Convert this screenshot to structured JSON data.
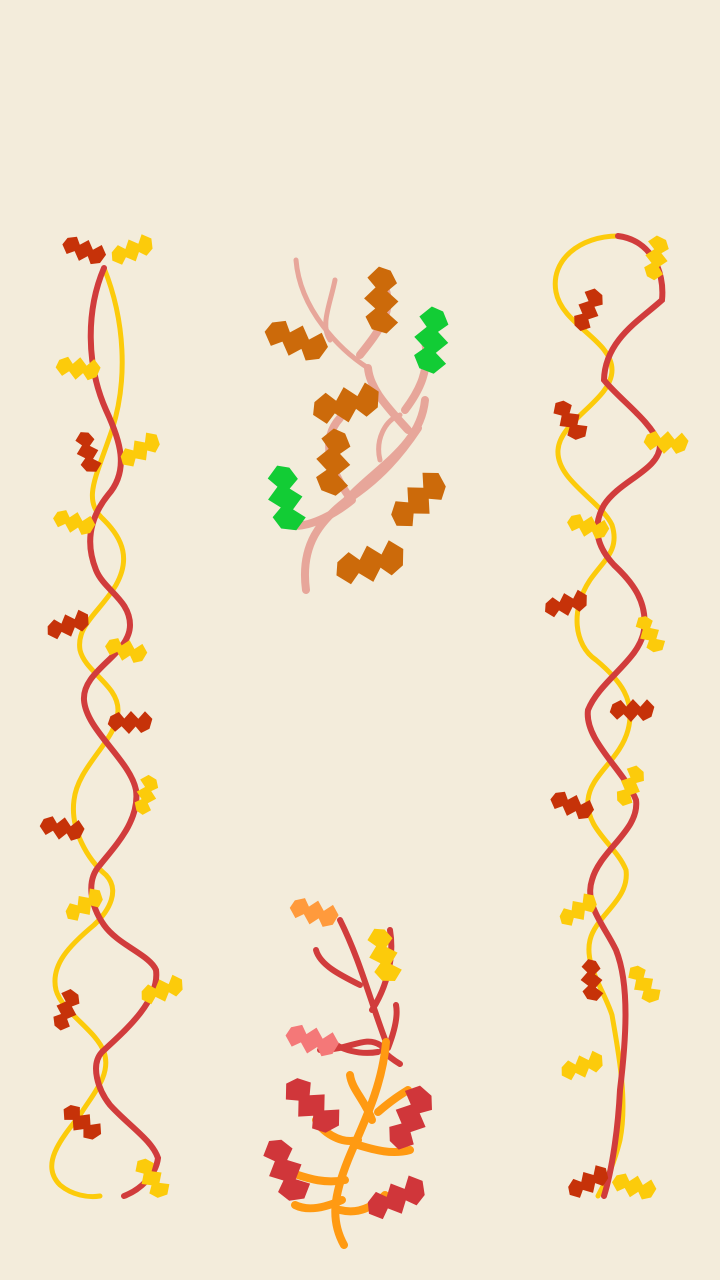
{
  "background_color": "#f3ecdb",
  "colors": {
    "yellow_vine": "#fccb0b",
    "red_vine": "#d13c3c",
    "pink_branch": "#e7a69a",
    "brown_leaf": "#cc6a0a",
    "green_leaf": "#12cc35",
    "dark_red_leaf": "#c63209",
    "crimson_leaf": "#d0363a",
    "orange_branch": "#ff9a12",
    "light_orange_leaf": "#ff9a3c",
    "salmon_leaf": "#f47878"
  },
  "ornaments": [
    {
      "name": "left-twisted-vine",
      "type": "double-helix-vine"
    },
    {
      "name": "upper-branch-with-leaves",
      "type": "branch-sprig"
    },
    {
      "name": "right-twisted-vine",
      "type": "double-helix-vine"
    },
    {
      "name": "lower-branch-with-leaves",
      "type": "branch-sprig"
    }
  ]
}
